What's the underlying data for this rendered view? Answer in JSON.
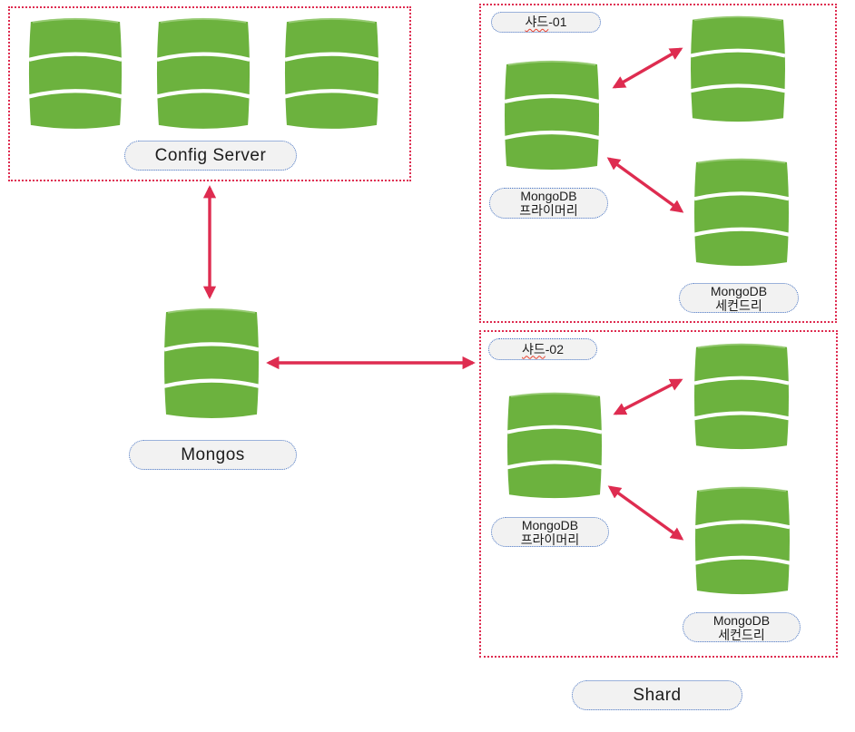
{
  "diagram": {
    "title_implicit": "MongoDB sharded cluster diagram",
    "colors": {
      "cylinder_green": "#6cb23e",
      "arrow_red": "#de2c50",
      "group_border_red": "#de2c50",
      "pill_border_blue": "#4472c4",
      "pill_fill_gray": "#f2f2f2"
    },
    "config_server": {
      "label": "Config Server",
      "cylinder_count": 3
    },
    "mongos": {
      "label": "Mongos"
    },
    "shards": [
      {
        "tag_prefix": "샤드",
        "tag_suffix": "-01",
        "primary_line1": "MongoDB",
        "primary_line2": "프라이머리",
        "secondary_line1": "MongoDB",
        "secondary_line2": "세컨드리"
      },
      {
        "tag_prefix": "샤드",
        "tag_suffix": "-02",
        "primary_line1": "MongoDB",
        "primary_line2": "프라이머리",
        "secondary_line1": "MongoDB",
        "secondary_line2": "세컨드리"
      }
    ],
    "footer": {
      "label": "Shard"
    }
  }
}
